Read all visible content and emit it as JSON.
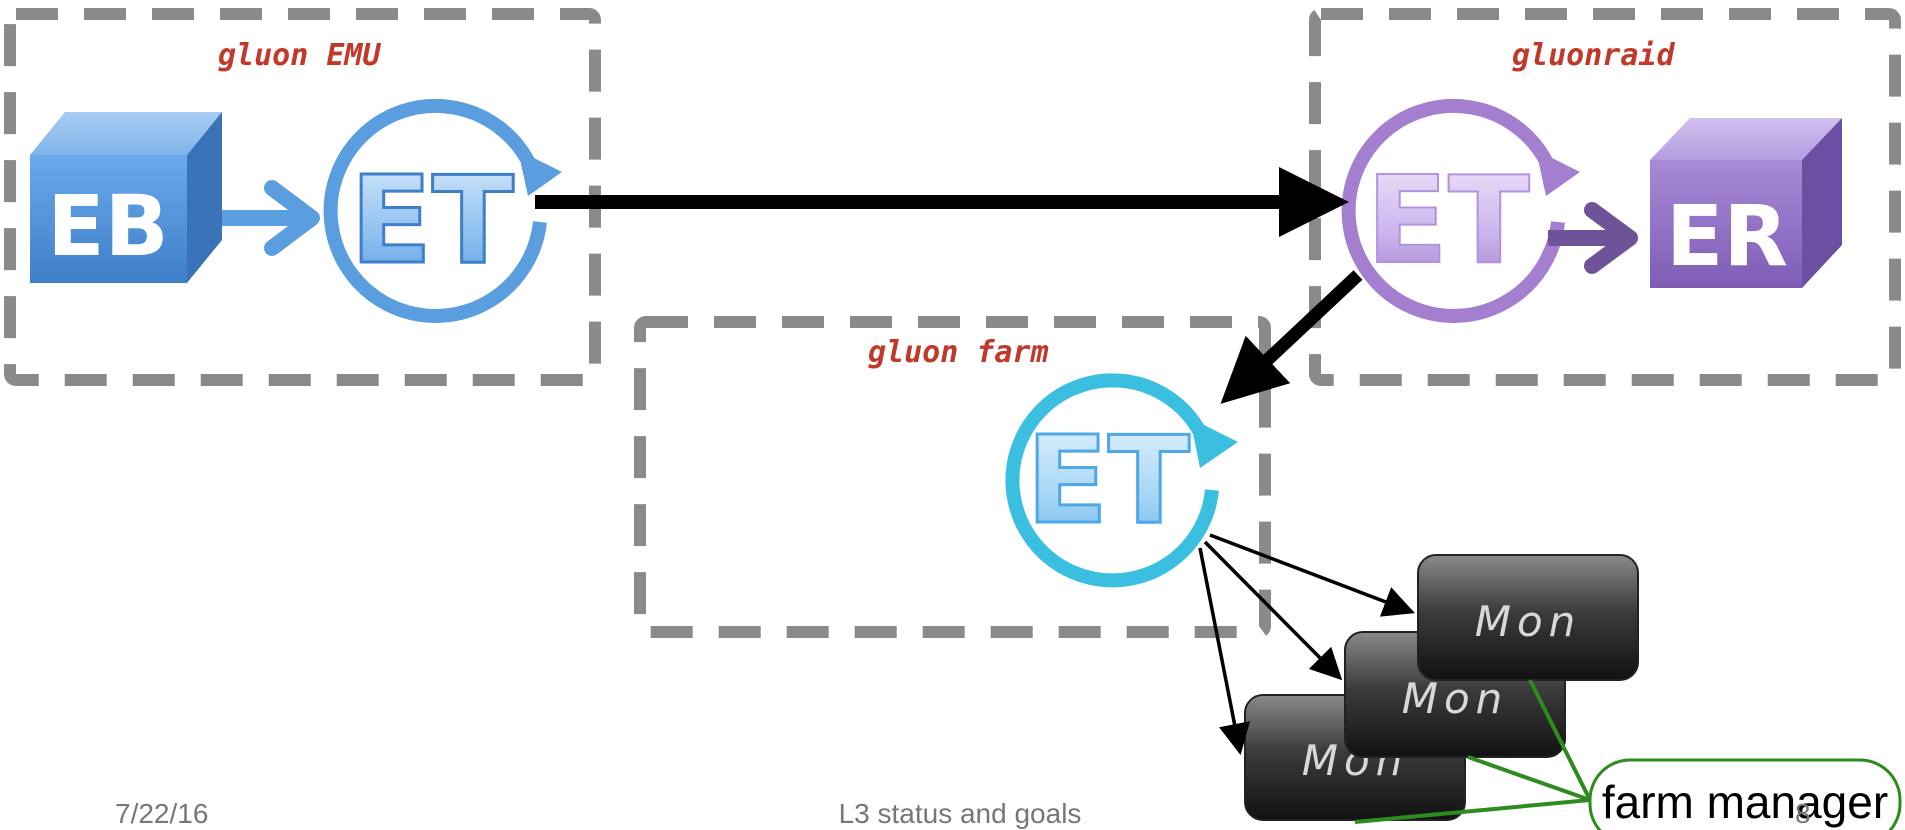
{
  "groups": {
    "emu": "gluon EMU",
    "raid": "gluonraid",
    "farm": "gluon farm"
  },
  "nodes": {
    "eb": "EB",
    "er": "ER",
    "et": "ET",
    "mon": "Mon"
  },
  "farm_manager": "farm manager",
  "footer": {
    "date": "7/22/16",
    "title": "L3 status and goals",
    "page": "8"
  },
  "colors": {
    "group_label": "#c0392b",
    "eb_blue": "#4a8fd6",
    "et_blue": "#5a9ee0",
    "et_purple": "#a47fd0",
    "er_purple": "#8e6cc0",
    "et_cyan": "#3bbfe0",
    "dash_gray": "#8a8a8a",
    "manager_green": "#2e8b1e"
  }
}
